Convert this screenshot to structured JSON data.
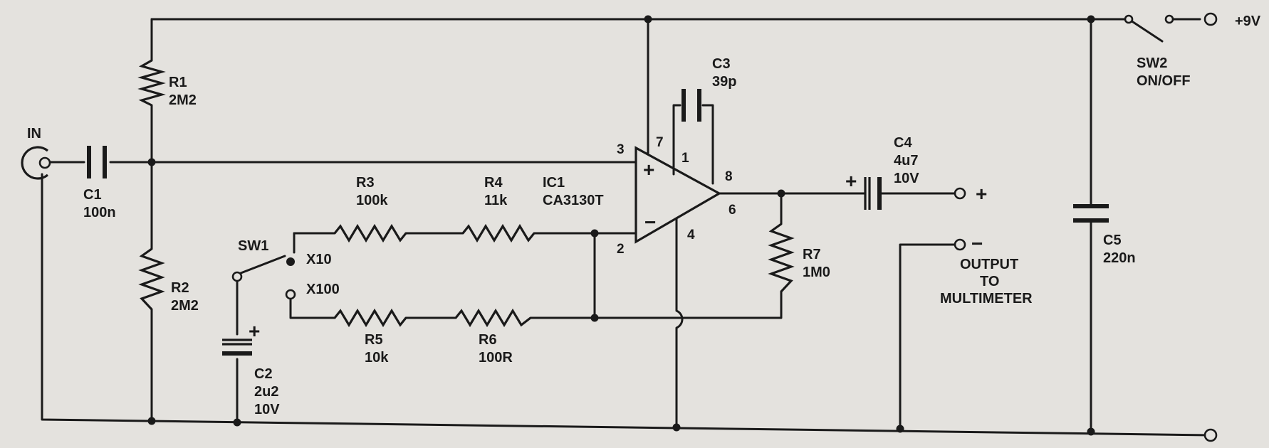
{
  "labels": {
    "in": "IN",
    "r1_name": "R1",
    "r1_value": "2M2",
    "r2_name": "R2",
    "r2_value": "2M2",
    "c1_name": "C1",
    "c1_value": "100n",
    "c2_name": "C2",
    "c2_value": "2u2",
    "c2_voltage": "10V",
    "sw1_name": "SW1",
    "sw1_x10": "X10",
    "sw1_x100": "X100",
    "r3_name": "R3",
    "r3_value": "100k",
    "r4_name": "R4",
    "r4_value": "11k",
    "r5_name": "R5",
    "r5_value": "10k",
    "r6_name": "R6",
    "r6_value": "100R",
    "ic1_name": "IC1",
    "ic1_part": "CA3130T",
    "c3_name": "C3",
    "c3_value": "39p",
    "c4_name": "C4",
    "c4_value": "4u7",
    "c4_voltage": "10V",
    "r7_name": "R7",
    "r7_value": "1M0",
    "c5_name": "C5",
    "c5_value": "220n",
    "sw2_name": "SW2",
    "sw2_state": "ON/OFF",
    "supply": "+9V",
    "output_line1": "OUTPUT",
    "output_line2": "TO",
    "output_line3": "MULTIMETER",
    "plus": "+",
    "minus": "−",
    "pin_1": "1",
    "pin_2": "2",
    "pin_3": "3",
    "pin_4": "4",
    "pin_6": "6",
    "pin_7": "7",
    "pin_8": "8"
  }
}
